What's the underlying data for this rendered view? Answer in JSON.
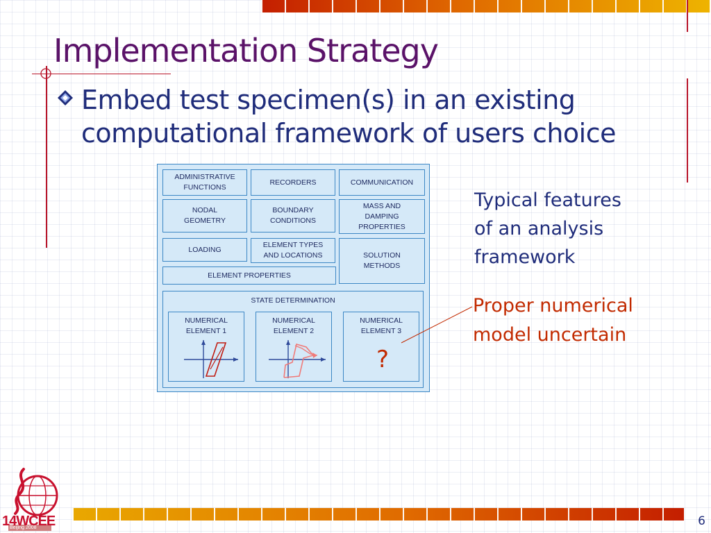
{
  "slide": {
    "title": "Implementation Strategy",
    "bullet": "Embed test specimen(s) in an existing computational framework of users choice",
    "page_number": "6"
  },
  "framework": {
    "boxes": [
      "ADMINISTRATIVE\nFUNCTIONS",
      "RECORDERS",
      "COMMUNICATION",
      "NODAL\nGEOMETRY",
      "BOUNDARY\nCONDITIONS",
      "MASS AND\nDAMPING\nPROPERTIES",
      "LOADING",
      "ELEMENT TYPES\nAND LOCATIONS",
      "SOLUTION\nMETHODS",
      "ELEMENT PROPERTIES"
    ],
    "state_determination": "STATE DETERMINATION",
    "elements": [
      "NUMERICAL\nELEMENT 1",
      "NUMERICAL\nELEMENT 2",
      "NUMERICAL\nELEMENT 3"
    ],
    "question_mark": "?"
  },
  "annotations": {
    "typical": "Typical features\nof an analysis\nframework",
    "proper": "Proper numerical\nmodel uncertain"
  },
  "logo": {
    "text": "14WCEE",
    "subtext": "Beijing 2008"
  },
  "colors": {
    "title": "#5a1268",
    "body_text": "#1f2c7a",
    "highlight": "#c22a00",
    "box_fill": "#d5e9f8",
    "box_border": "#3b86c4"
  }
}
